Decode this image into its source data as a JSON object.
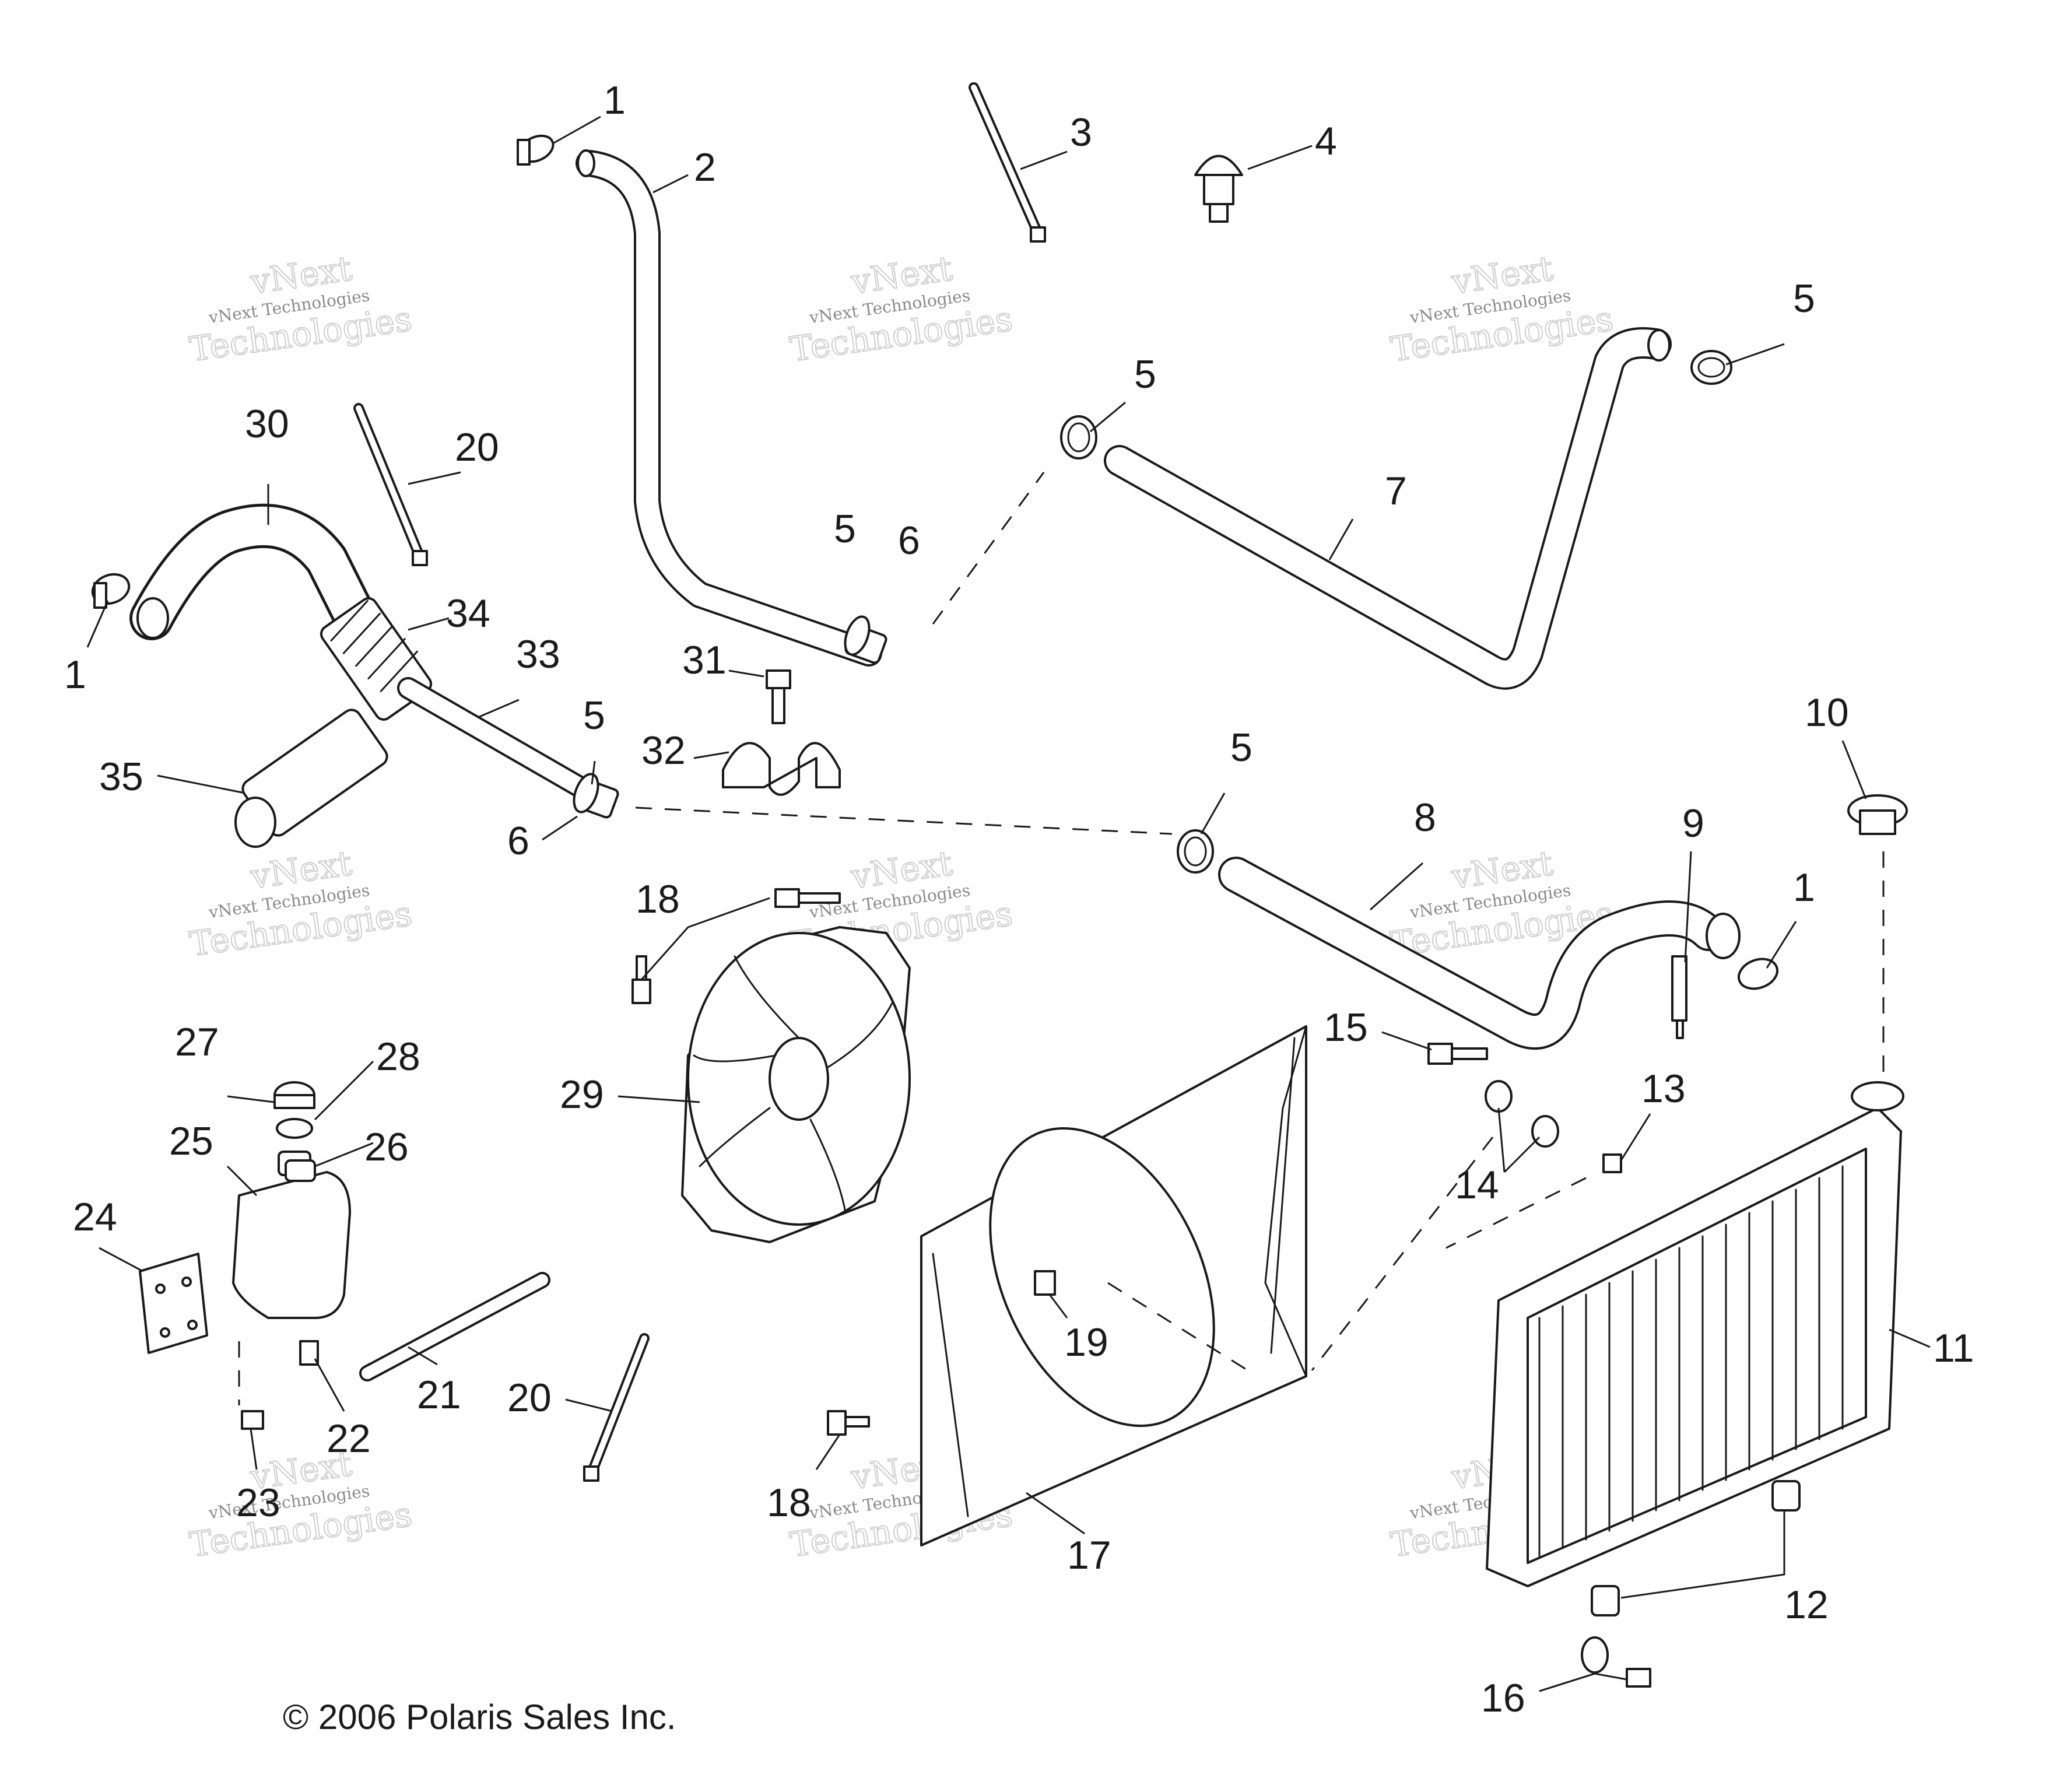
{
  "copyright": "© 2006 Polaris Sales Inc.",
  "watermark": {
    "line1": "vNext Technologies",
    "line2": "vNext",
    "line3": "Technologies"
  },
  "callouts": [
    {
      "id": "c1a",
      "label": "1"
    },
    {
      "id": "c2",
      "label": "2"
    },
    {
      "id": "c3",
      "label": "3"
    },
    {
      "id": "c4",
      "label": "4"
    },
    {
      "id": "c5a",
      "label": "5"
    },
    {
      "id": "c5b",
      "label": "5"
    },
    {
      "id": "c5c",
      "label": "5"
    },
    {
      "id": "c6a",
      "label": "6"
    },
    {
      "id": "c7",
      "label": "7"
    },
    {
      "id": "c30",
      "label": "30"
    },
    {
      "id": "c20a",
      "label": "20"
    },
    {
      "id": "c34",
      "label": "34"
    },
    {
      "id": "c1b",
      "label": "1"
    },
    {
      "id": "c33",
      "label": "33"
    },
    {
      "id": "c31",
      "label": "31"
    },
    {
      "id": "c5d",
      "label": "5"
    },
    {
      "id": "c32",
      "label": "32"
    },
    {
      "id": "c35",
      "label": "35"
    },
    {
      "id": "c6b",
      "label": "6"
    },
    {
      "id": "c5e",
      "label": "5"
    },
    {
      "id": "c10",
      "label": "10"
    },
    {
      "id": "c8",
      "label": "8"
    },
    {
      "id": "c9",
      "label": "9"
    },
    {
      "id": "c1c",
      "label": "1"
    },
    {
      "id": "c18a",
      "label": "18"
    },
    {
      "id": "c27",
      "label": "27"
    },
    {
      "id": "c28",
      "label": "28"
    },
    {
      "id": "c15",
      "label": "15"
    },
    {
      "id": "c29",
      "label": "29"
    },
    {
      "id": "c13",
      "label": "13"
    },
    {
      "id": "c25",
      "label": "25"
    },
    {
      "id": "c26",
      "label": "26"
    },
    {
      "id": "c14",
      "label": "14"
    },
    {
      "id": "c24",
      "label": "24"
    },
    {
      "id": "c19",
      "label": "19"
    },
    {
      "id": "c11",
      "label": "11"
    },
    {
      "id": "c21",
      "label": "21"
    },
    {
      "id": "c20b",
      "label": "20"
    },
    {
      "id": "c22",
      "label": "22"
    },
    {
      "id": "c23",
      "label": "23"
    },
    {
      "id": "c18b",
      "label": "18"
    },
    {
      "id": "c17",
      "label": "17"
    },
    {
      "id": "c12",
      "label": "12"
    },
    {
      "id": "c16",
      "label": "16"
    }
  ]
}
